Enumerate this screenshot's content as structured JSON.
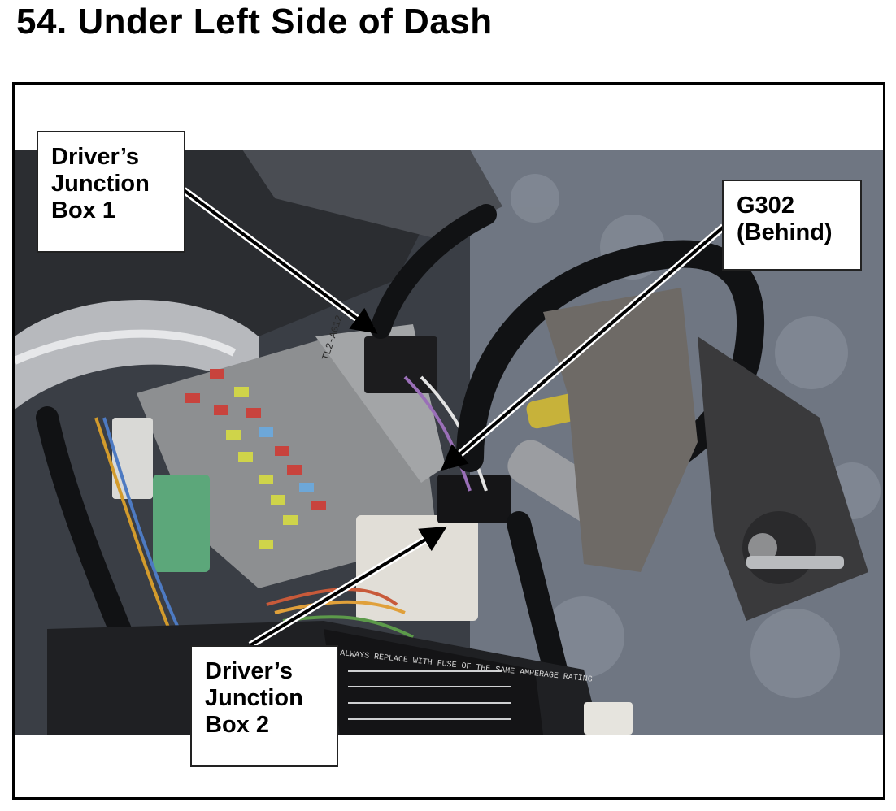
{
  "title": "54.  Under Left Side of Dash",
  "callouts": {
    "djb1": "Driver’s\nJunction\nBox 1",
    "g302": "G302\n(Behind)",
    "djb2": "Driver’s\nJunction\nBox 2"
  },
  "photo": {
    "part_number": "TL2-A012",
    "label_text": "ALWAYS REPLACE WITH FUSE OF THE SAME AMPERAGE RATING"
  }
}
